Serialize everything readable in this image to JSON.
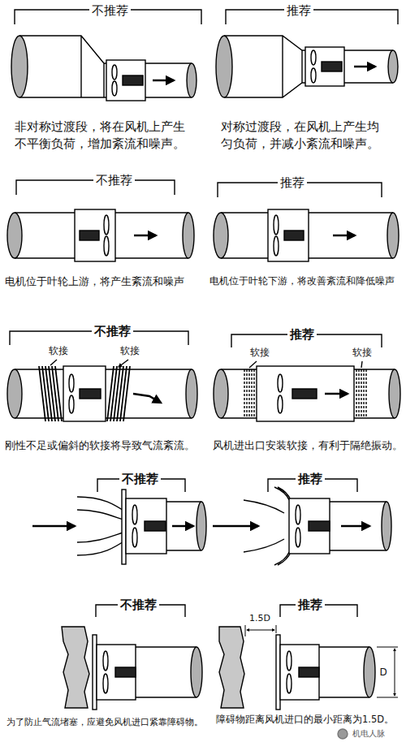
{
  "diagram": {
    "labels": [
      "不推荐",
      "推荐",
      "非对称过渡段，将在风机上产生不平衡负荷，增加紊流和噪声。",
      "对称过渡段，在风机上产生均匀负荷，并减小紊流和噪声。",
      "不推荐",
      "推荐",
      "电机位于叶轮上游，将产生紊流和噪声",
      "电机位于叶轮下游，将改善紊流和降低噪声",
      "不推荐",
      "推荐",
      "软接",
      "软接",
      "软接",
      "软接",
      "刚性不足或偏斜的软接将导致气流紊流。",
      "风机进出口安装软接，有利于隔绝振动。",
      "不推荐",
      "推荐",
      "不推荐",
      "推荐",
      "1.5D",
      "D",
      "为了防止气流堵塞，应避免风机进口紧靠障碍物。",
      "障碍物距离风机进口的最小距离为1.5D。",
      "机电人脉"
    ]
  }
}
